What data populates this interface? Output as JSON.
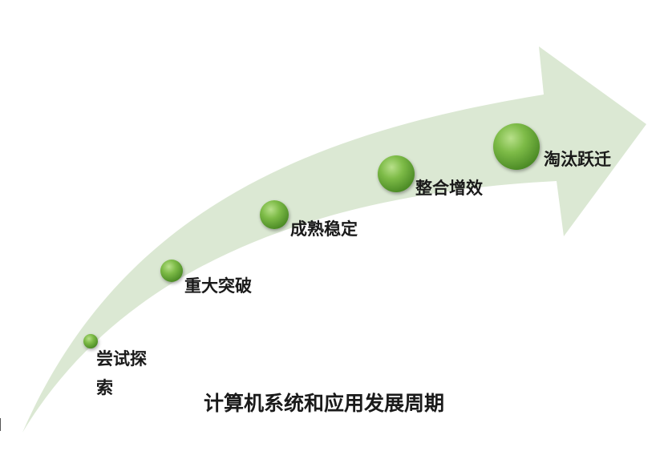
{
  "diagram": {
    "title": "计算机系统和应用发展周期",
    "stages": [
      {
        "label": "尝试探索"
      },
      {
        "label": "重大突破"
      },
      {
        "label": "成熟稳定"
      },
      {
        "label": "整合增效"
      },
      {
        "label": "淘汰跃迁"
      }
    ]
  },
  "colors": {
    "arrow_fill": "#dbe8d3",
    "node_light": "#9fd16b",
    "node_mid": "#6fae3d",
    "node_dark": "#4b8a25",
    "text": "#1a1a1a"
  }
}
